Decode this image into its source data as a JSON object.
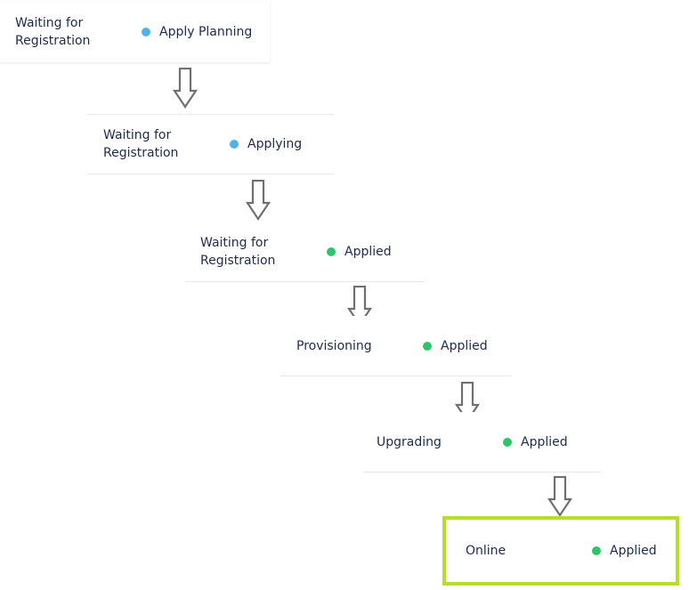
{
  "steps": [
    {
      "label": "Waiting for\nRegistration",
      "status": "Apply Planning",
      "status_color": "#4fb3ea"
    },
    {
      "label": "Waiting for\nRegistration",
      "status": "Applying",
      "status_color": "#4fb3ea"
    },
    {
      "label": "Waiting for\nRegistration",
      "status": "Applied",
      "status_color": "#2ec46a"
    },
    {
      "label": "Provisioning",
      "status": "Applied",
      "status_color": "#2ec46a"
    },
    {
      "label": "Upgrading",
      "status": "Applied",
      "status_color": "#2ec46a"
    },
    {
      "label": "Online",
      "status": "Applied",
      "status_color": "#2ec46a"
    }
  ],
  "colors": {
    "text": "#1c2b4a",
    "arrow_stroke": "#707070",
    "highlight_border": "#b5dd2a",
    "divider": "#e6e8eb"
  },
  "icons": {
    "transition_arrow": "down-arrow-icon",
    "status_dot": "status-dot-icon"
  }
}
